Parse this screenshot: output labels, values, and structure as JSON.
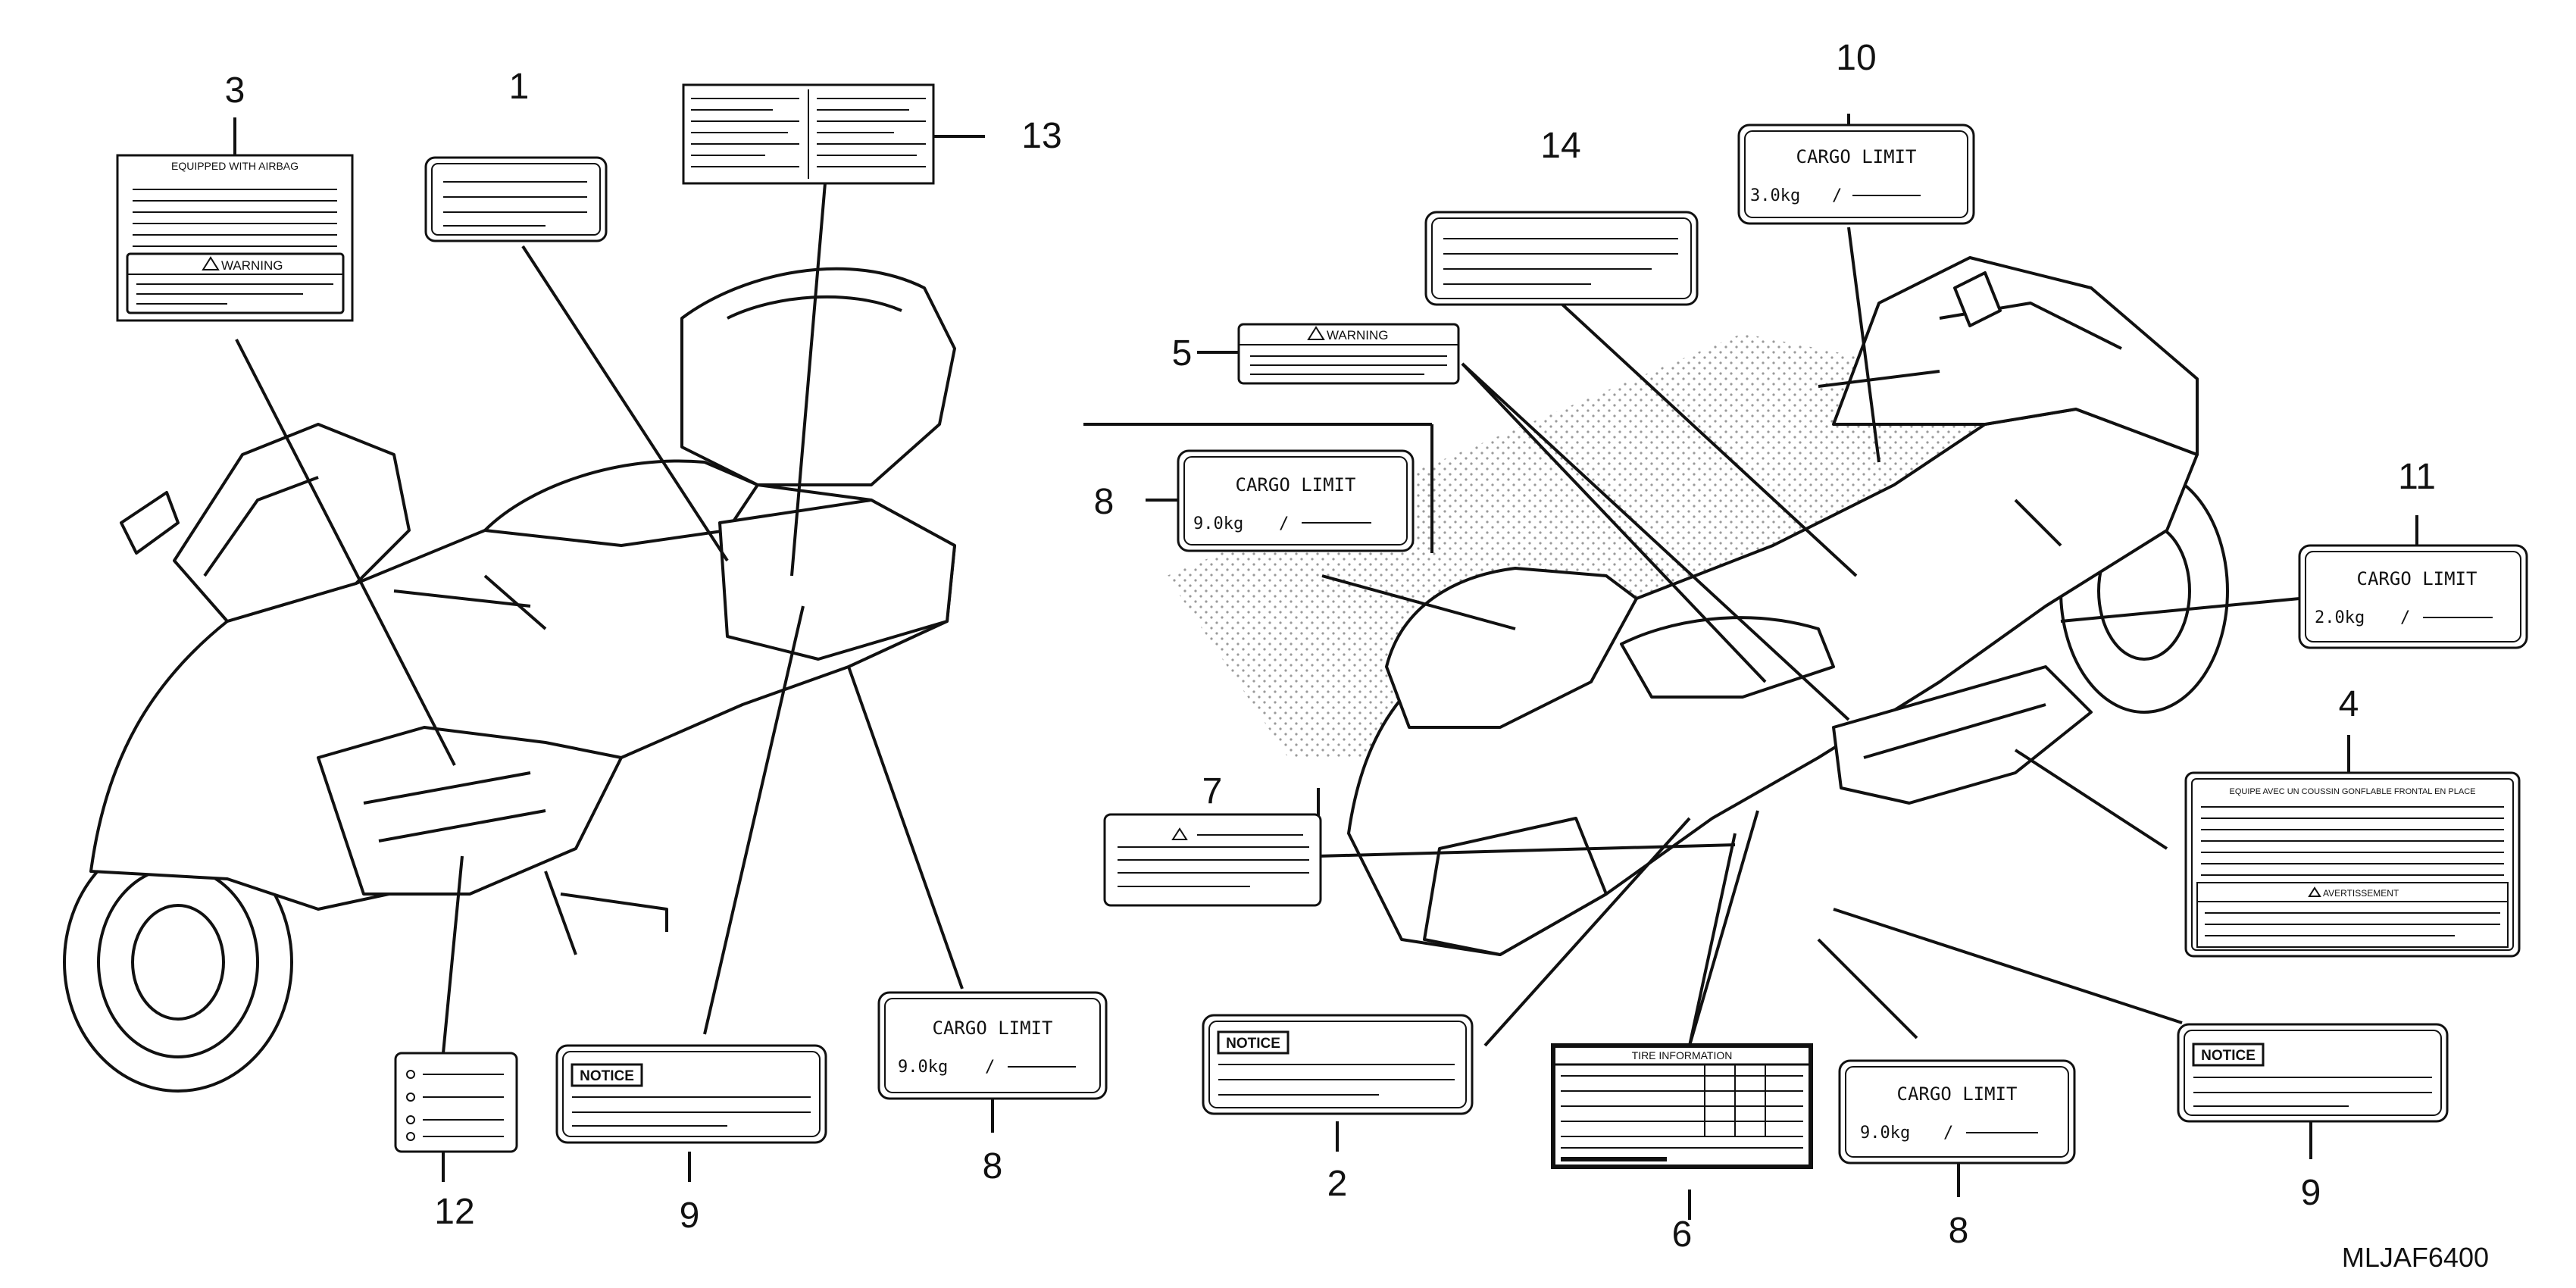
{
  "diagram": {
    "code": "MLJAF6400",
    "callouts": [
      {
        "id": "c1",
        "number": "1"
      },
      {
        "id": "c2",
        "number": "2"
      },
      {
        "id": "c3",
        "number": "3"
      },
      {
        "id": "c4",
        "number": "4"
      },
      {
        "id": "c5",
        "number": "5"
      },
      {
        "id": "c6",
        "number": "6"
      },
      {
        "id": "c7",
        "number": "7"
      },
      {
        "id": "c8a",
        "number": "8"
      },
      {
        "id": "c8b",
        "number": "8"
      },
      {
        "id": "c8c",
        "number": "8"
      },
      {
        "id": "c9a",
        "number": "9"
      },
      {
        "id": "c9b",
        "number": "9"
      },
      {
        "id": "c10",
        "number": "10"
      },
      {
        "id": "c11",
        "number": "11"
      },
      {
        "id": "c12",
        "number": "12"
      },
      {
        "id": "c13",
        "number": "13"
      },
      {
        "id": "c14",
        "number": "14"
      }
    ],
    "label_texts": {
      "airbag_header": "EQUIPPED WITH AIRBAG",
      "warning": "WARNING",
      "notice": "NOTICE",
      "cargo_limit": "CARGO LIMIT",
      "cargo_3": "3.0kg",
      "cargo_2": "2.0kg",
      "cargo_9": "9.0kg",
      "tire_info": "TIRE INFORMATION",
      "airbag_fr_header": "EQUIPE AVEC UN COUSSIN GONFLABLE FRONTAL EN PLACE",
      "avertissement": "AVERTISSEMENT",
      "slash": "/"
    }
  }
}
